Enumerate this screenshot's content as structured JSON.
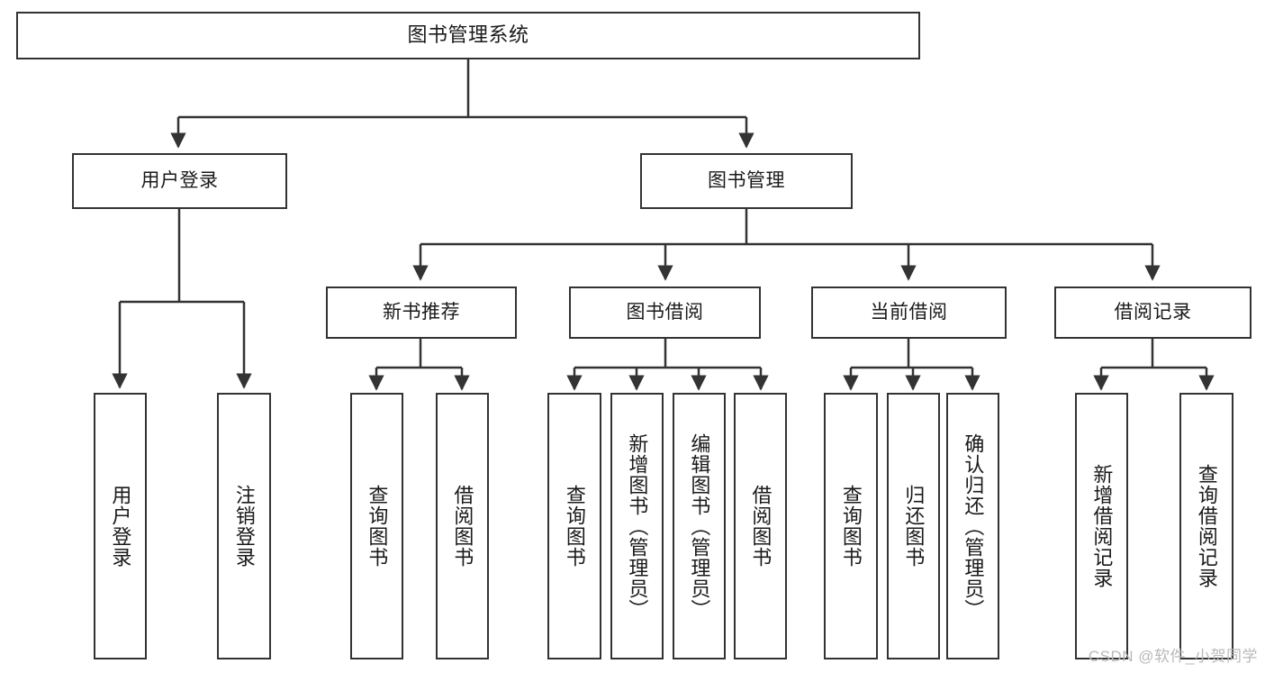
{
  "diagram": {
    "title": "图书管理系统",
    "type": "hierarchy-tree",
    "watermark": "CSDN @软件_小贺同学",
    "colors": {
      "stroke": "#333333",
      "fill": "#ffffff",
      "text": "#1a1a1a",
      "watermark": "#b9b9b9"
    },
    "levels": {
      "root": {
        "label": "图书管理系统"
      },
      "level2": [
        {
          "label": "用户登录"
        },
        {
          "label": "图书管理"
        }
      ],
      "level3": [
        {
          "label": "新书推荐"
        },
        {
          "label": "图书借阅"
        },
        {
          "label": "当前借阅"
        },
        {
          "label": "借阅记录"
        }
      ],
      "leaves_user_login": [
        {
          "label": "用户登录"
        },
        {
          "label": "注销登录"
        }
      ],
      "leaves_new_book": [
        {
          "label": "查询图书"
        },
        {
          "label": "借阅图书"
        }
      ],
      "leaves_book_borrow": [
        {
          "label": "查询图书"
        },
        {
          "label": "新增图书（管理员）"
        },
        {
          "label": "编辑图书（管理员）"
        },
        {
          "label": "借阅图书"
        }
      ],
      "leaves_current_borrow": [
        {
          "label": "查询图书"
        },
        {
          "label": "归还图书"
        },
        {
          "label": "确认归还（管理员）"
        }
      ],
      "leaves_borrow_record": [
        {
          "label": "新增借阅记录"
        },
        {
          "label": "查询借阅记录"
        }
      ]
    }
  }
}
